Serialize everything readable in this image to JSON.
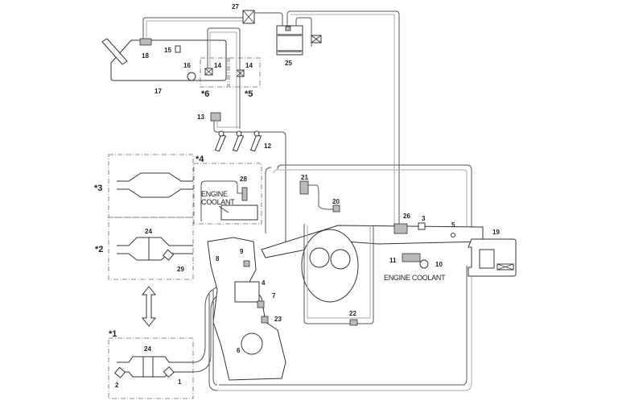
{
  "diagram": {
    "title": "Engine emission control system schematic",
    "part_labels": [
      "1",
      "2",
      "3",
      "4",
      "5",
      "6",
      "7",
      "8",
      "9",
      "10",
      "11",
      "12",
      "13",
      "14",
      "14",
      "15",
      "16",
      "17",
      "18",
      "19",
      "20",
      "21",
      "22",
      "23",
      "24",
      "24",
      "25",
      "26",
      "27",
      "28",
      "29"
    ],
    "variant_labels": [
      "*1",
      "*2",
      "*3",
      "*4",
      "*5",
      "*6"
    ],
    "text_labels": {
      "engine_coolant_1": "ENGINE COOLANT",
      "engine_coolant_2_line1": "ENGINE",
      "engine_coolant_2_line2": "COOLANT"
    }
  },
  "labels": {
    "l1": "1",
    "l2": "2",
    "l3": "3",
    "l4": "4",
    "l5": "5",
    "l6": "6",
    "l7": "7",
    "l8": "8",
    "l9": "9",
    "l10": "10",
    "l11": "11",
    "l12": "12",
    "l13": "13",
    "l14a": "14",
    "l14b": "14",
    "l15": "15",
    "l16": "16",
    "l17": "17",
    "l18": "18",
    "l19": "19",
    "l20": "20",
    "l21": "21",
    "l22": "22",
    "l23": "23",
    "l24a": "24",
    "l24b": "24",
    "l25": "25",
    "l26": "26",
    "l27": "27",
    "l28": "28",
    "l29": "29",
    "s1": "*1",
    "s2": "*2",
    "s3": "*3",
    "s4": "*4",
    "s5": "*5",
    "s6": "*6"
  }
}
